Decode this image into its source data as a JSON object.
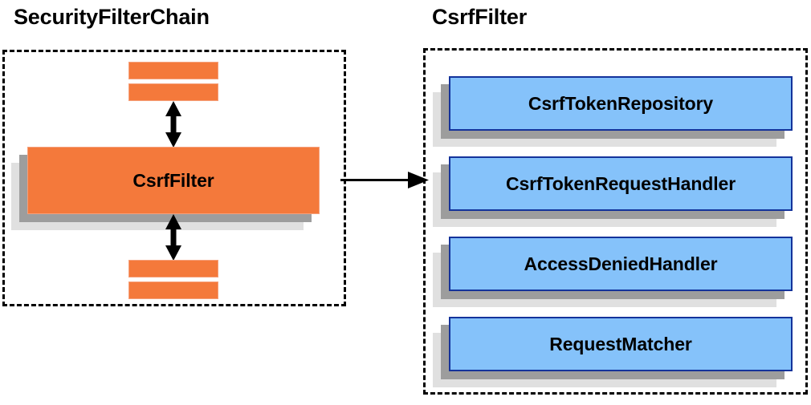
{
  "diagram": {
    "type": "architecture-block-diagram",
    "background": "#ffffff",
    "panels": [
      {
        "id": "security-filter-chain",
        "title": "SecurityFilterChain",
        "border_style": "dashed",
        "border_color": "#000000"
      },
      {
        "id": "csrf-filter",
        "title": "CsrfFilter",
        "border_style": "dashed",
        "border_color": "#000000"
      }
    ]
  },
  "left_panel": {
    "title": "SecurityFilterChain",
    "filter_bars_top": [
      {
        "name": "filter-bar-top-1"
      },
      {
        "name": "filter-bar-top-2"
      }
    ],
    "main_node": {
      "label": "CsrfFilter",
      "fill": "#f4793b",
      "border": "#f5a07b"
    },
    "filter_bars_bottom": [
      {
        "name": "filter-bar-bottom-1"
      },
      {
        "name": "filter-bar-bottom-2"
      }
    ],
    "arrows": [
      {
        "name": "arrow-top",
        "direction": "bidirectional-vertical"
      },
      {
        "name": "arrow-bottom",
        "direction": "bidirectional-vertical"
      }
    ]
  },
  "connector": {
    "name": "csrf-filter-expansion-arrow",
    "direction": "left-to-right",
    "color": "#000000"
  },
  "right_panel": {
    "title": "CsrfFilter",
    "collaborators": [
      {
        "label": "CsrfTokenRepository"
      },
      {
        "label": "CsrfTokenRequestHandler"
      },
      {
        "label": "AccessDeniedHandler"
      },
      {
        "label": "RequestMatcher"
      }
    ],
    "node_fill": "#85c2fa",
    "node_border": "#14339b",
    "shadow_mid": "#9d9d9d",
    "shadow_back": "#e0e0e0"
  }
}
